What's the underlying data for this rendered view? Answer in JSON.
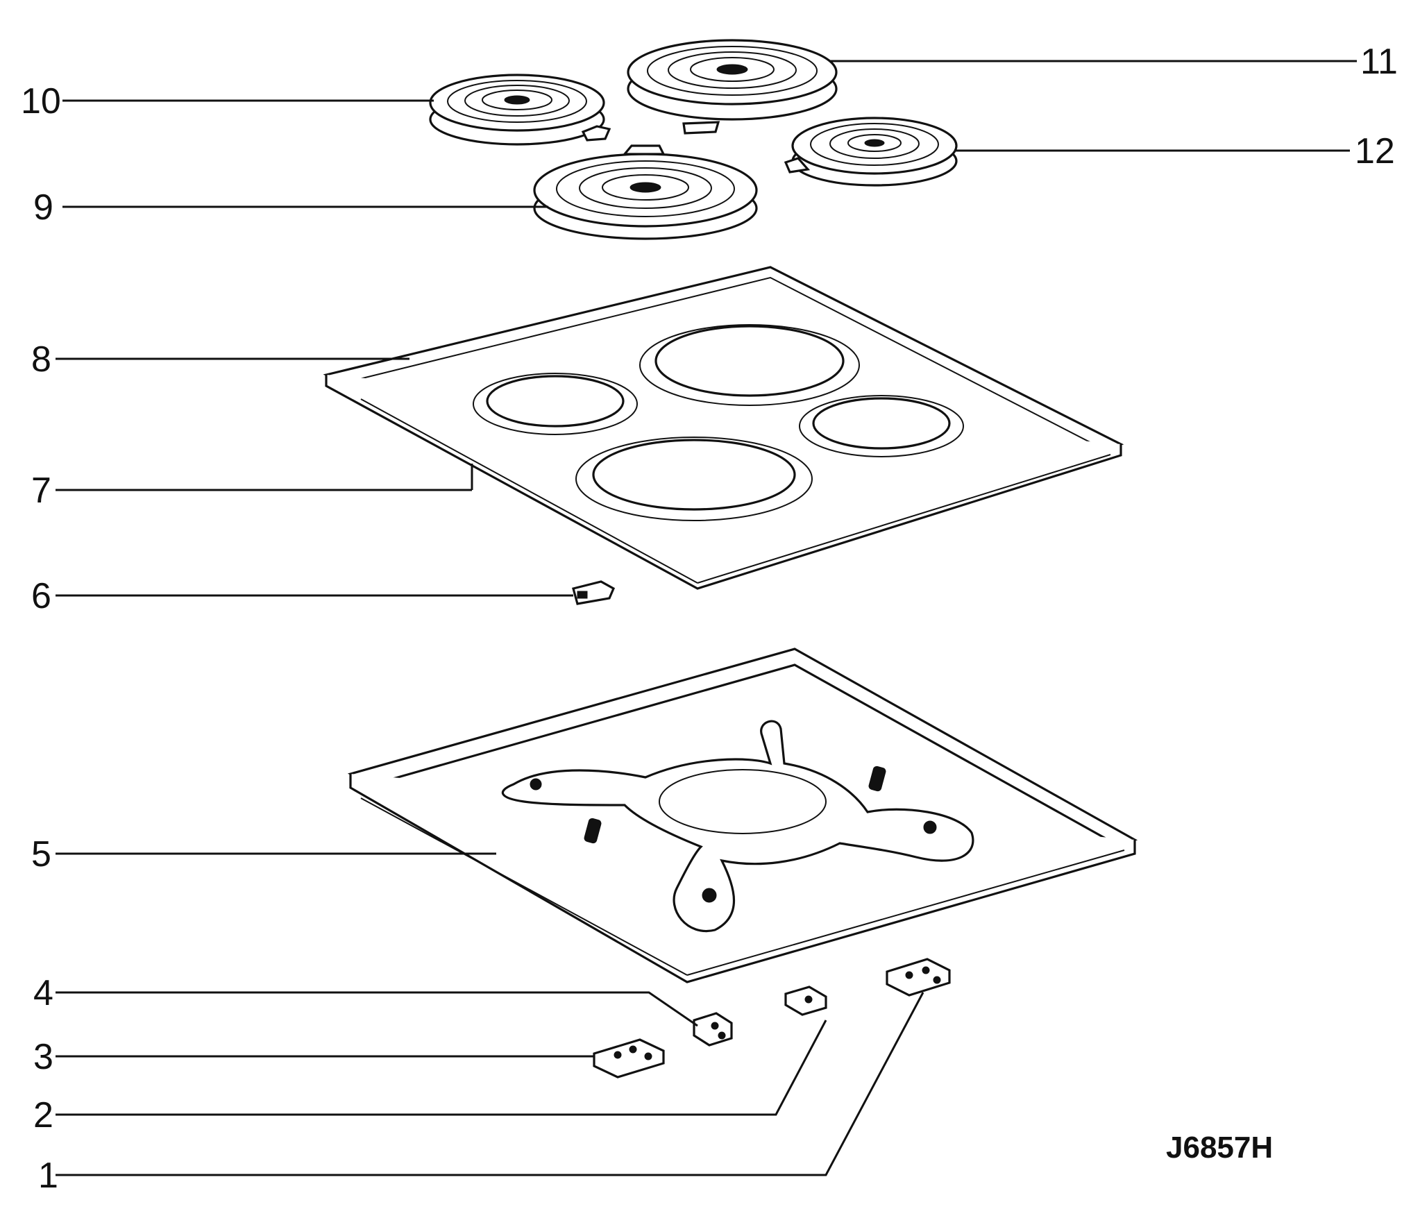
{
  "drawing": {
    "code": "J6857H",
    "callouts": [
      {
        "number": "1",
        "part": "connector"
      },
      {
        "number": "2",
        "part": "connector"
      },
      {
        "number": "3",
        "part": "connector"
      },
      {
        "number": "4",
        "part": "connector"
      },
      {
        "number": "5",
        "part": "tray"
      },
      {
        "number": "6",
        "part": "clip"
      },
      {
        "number": "7",
        "part": "hob-frame"
      },
      {
        "number": "8",
        "part": "hob-top"
      },
      {
        "number": "9",
        "part": "hotplate"
      },
      {
        "number": "10",
        "part": "hotplate"
      },
      {
        "number": "11",
        "part": "hotplate"
      },
      {
        "number": "12",
        "part": "hotplate"
      }
    ]
  }
}
